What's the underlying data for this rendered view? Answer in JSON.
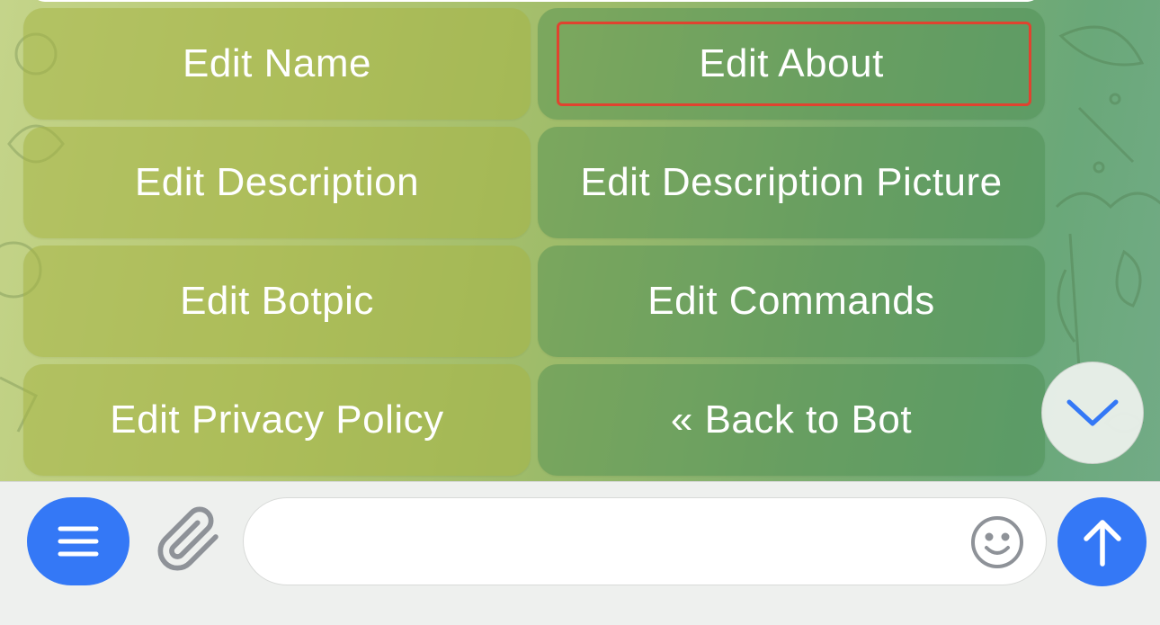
{
  "keyboard": {
    "buttons": [
      {
        "label": "Edit Name"
      },
      {
        "label": "Edit About"
      },
      {
        "label": "Edit Description"
      },
      {
        "label": "Edit Description Picture"
      },
      {
        "label": "Edit Botpic"
      },
      {
        "label": "Edit Commands"
      },
      {
        "label": "Edit Privacy Policy"
      },
      {
        "label": "« Back to Bot"
      }
    ]
  },
  "composer": {
    "message_value": "",
    "message_placeholder": ""
  },
  "icons": {
    "menu": "menu-icon",
    "attach": "paperclip-icon",
    "emoji": "emoji-icon",
    "send": "arrow-up-icon",
    "scroll": "chevron-down-icon"
  },
  "colors": {
    "accent": "#3478f6",
    "highlight": "#e0432f",
    "icon_gray": "#8e9298"
  }
}
